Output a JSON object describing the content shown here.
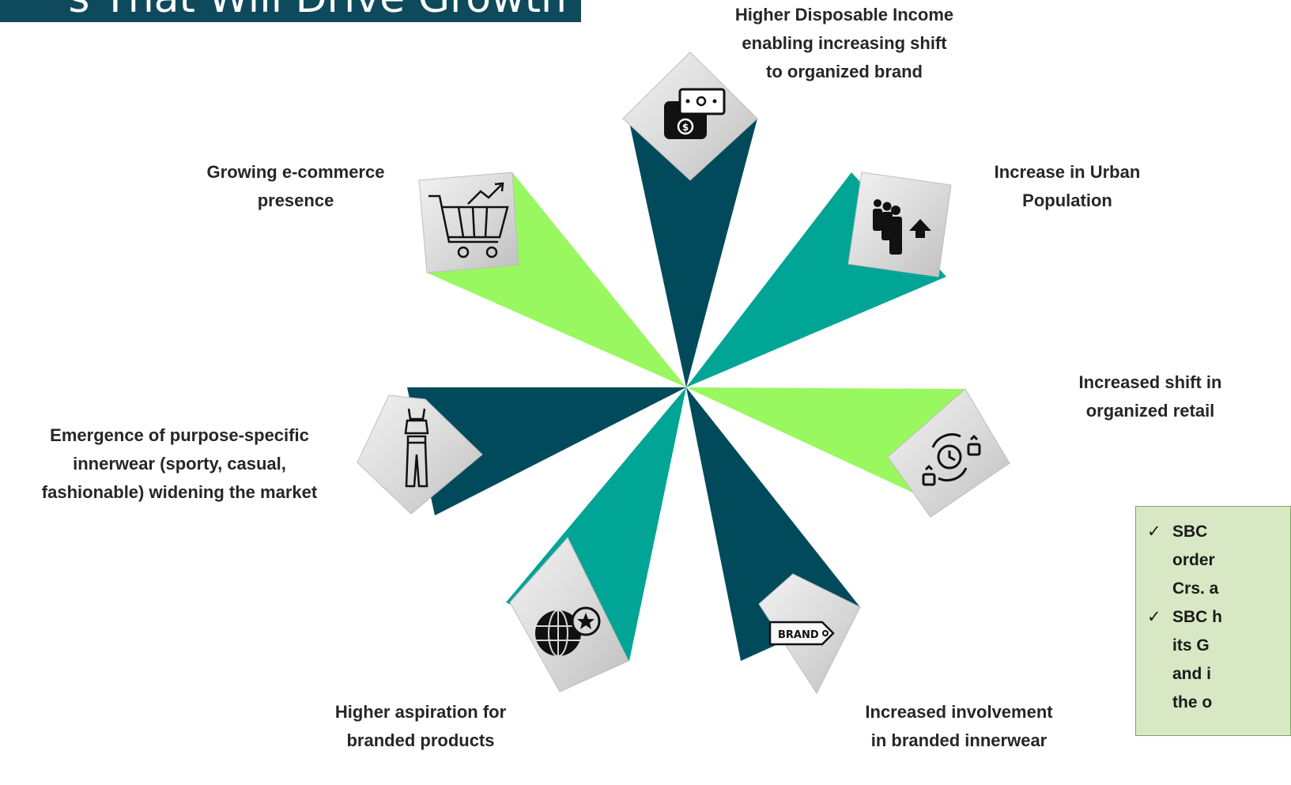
{
  "header": {
    "title": "s That Will Drive Growth"
  },
  "factors": [
    {
      "id": "disposable-income",
      "lines": [
        "Higher Disposable Income",
        "enabling increasing shift",
        "to organized brand"
      ],
      "icon": "wallet-cash-icon"
    },
    {
      "id": "urban-population",
      "lines": [
        "Increase in Urban",
        "Population"
      ],
      "icon": "population-growth-icon"
    },
    {
      "id": "organized-retail",
      "lines": [
        "Increased shift in",
        "organized retail"
      ],
      "icon": "retail-cycle-icon"
    },
    {
      "id": "branded-innerwear",
      "lines": [
        "Increased involvement",
        "in branded innerwear"
      ],
      "icon": "brand-tag-icon",
      "icon_text": "BRAND"
    },
    {
      "id": "branded-aspiration",
      "lines": [
        "Higher aspiration for",
        "branded products"
      ],
      "icon": "globe-star-icon"
    },
    {
      "id": "purpose-innerwear",
      "lines": [
        "Emergence of purpose-specific",
        "innerwear (sporty, casual,",
        "fashionable) widening the market"
      ],
      "icon": "sportswear-icon"
    },
    {
      "id": "ecommerce",
      "lines": [
        "Growing e-commerce",
        "presence"
      ],
      "icon": "shopping-cart-growth-icon"
    }
  ],
  "info_box": {
    "items": [
      {
        "check": "✓",
        "lines": [
          "SBC",
          "order",
          "Crs. a"
        ]
      },
      {
        "check": "✓",
        "lines": [
          "SBC h",
          "its G",
          "and i",
          "the o"
        ]
      }
    ]
  },
  "colors": {
    "dark_teal": "#004a5c",
    "teal": "#00a595",
    "lime": "#99f75f",
    "title_bar": "#0e4a5c",
    "info_box": "#d9e8c4"
  }
}
